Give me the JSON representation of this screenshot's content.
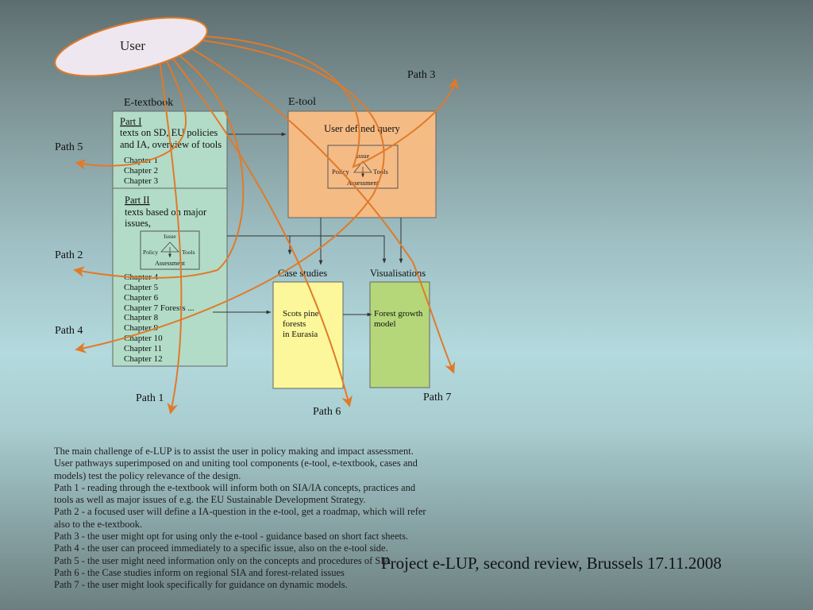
{
  "diagram": {
    "user": "User",
    "etextbook": {
      "title": "E-textbook",
      "part1": {
        "heading": "Part I",
        "lines": [
          "texts on SD, EU policies",
          "and IA, overview of tools"
        ]
      },
      "part1_chapters": [
        "Chapter 1",
        "Chapter 2",
        "Chapter 3"
      ],
      "part2": {
        "heading": "Part II",
        "lines": [
          "texts based on major",
          "issues,"
        ]
      },
      "part2_chapters": [
        "Chapter 4",
        "Chapter 5",
        "Chapter 6",
        "Chapter 7 Forests ...",
        "Chapter 8",
        "Chapter 9",
        "Chapter 10",
        "Chapter 11",
        "Chapter 12"
      ],
      "triangle": {
        "issue": "Issue",
        "policy": "Policy",
        "tools": "Tools",
        "assessment": "Assessment"
      }
    },
    "etool": {
      "title": "E-tool",
      "query": "User defined query",
      "triangle": {
        "issue": "Issue",
        "policy": "Policy",
        "tools": "Tools",
        "assessment": "Assessment"
      }
    },
    "case_studies": {
      "title": "Case studies",
      "lines": [
        "Scots pine",
        "forests",
        "in Eurasia"
      ]
    },
    "visualisations": {
      "title": "Visualisations",
      "lines": [
        "Forest growth",
        "model"
      ]
    },
    "paths": {
      "p1": "Path 1",
      "p2": "Path 2",
      "p3": "Path 3",
      "p4": "Path 4",
      "p5": "Path 5",
      "p6": "Path 6",
      "p7": "Path 7"
    }
  },
  "description": [
    "The main  challenge of e-LUP is to assist the user in policy making and impact assessment.",
    "User pathways superimposed on and uniting tool components (e-tool, e-textbook, cases and",
    "models) test the policy relevance of the design.",
    "Path 1 - reading through the e-textbook will inform both on SIA/IA concepts, practices and",
    "tools as well as major issues of e.g. the EU Sustainable Development Strategy.",
    "Path 2 - a focused user will define a IA-question in the e-tool, get a roadmap, which will refer",
    "also to the e-textbook.",
    "Path 3 - the user might opt for using only the e-tool - guidance based on short fact sheets.",
    "Path 4 - the user can proceed immediately to a specific issue, also on the e-tool side.",
    "Path 5 - the user might need information only on the concepts and procedures of SIA",
    "Path 6 - the Case studies inform on regional SIA and forest-related issues",
    "Path 7 - the user might look specifically for guidance on dynamic models."
  ],
  "footer": "Project e-LUP, second review, Brussels  17.11.2008",
  "colors": {
    "path": "#e07a2a",
    "etextbook_fill": "#b2dcc8",
    "etool_fill": "#f5bb85",
    "case_fill": "#fbf79a",
    "vis_fill": "#b5d77a",
    "user_fill": "#efe7ef"
  }
}
